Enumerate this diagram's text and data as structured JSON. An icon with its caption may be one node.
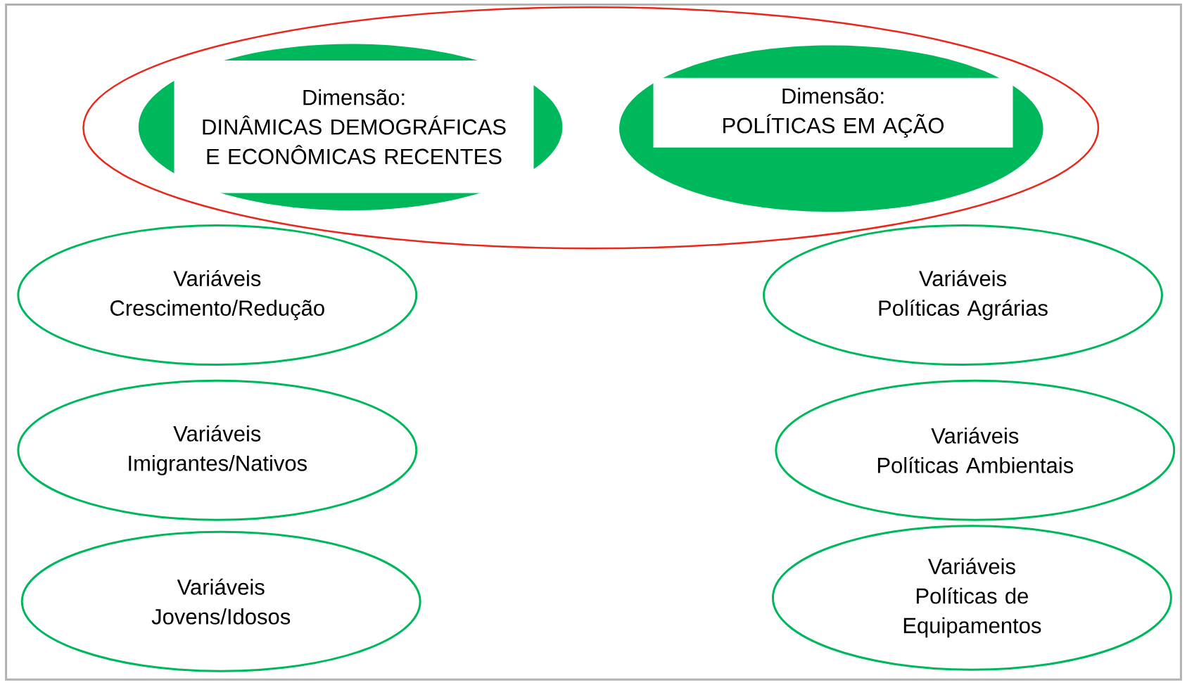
{
  "diagram": {
    "nodes": [
      {
        "text": [],
        "shape": "ellipse"
      },
      {
        "text": [
          "Dimensão:",
          "DINÂMICAS DEMOGRÁFICAS E ECONÔMICAS RECENTES"
        ],
        "in": 0
      },
      {
        "text": [
          "Dimensão:",
          "POLÍTICAS EM AÇÃO"
        ],
        "in": 0
      },
      {
        "text": [
          "Variáveis",
          "Crescimento/Redução"
        ]
      },
      {
        "text": [
          "Variáveis",
          "Políticas Agrárias"
        ]
      },
      {
        "text": [
          "Variáveis",
          "Imigrantes/Nativos"
        ]
      },
      {
        "text": [
          "Variáveis",
          "Políticas Ambientais"
        ]
      },
      {
        "text": [
          "Variáveis",
          "Jovens/Idosos"
        ]
      },
      {
        "text": [
          "Variáveis",
          "Políticas de Equipamentos"
        ]
      }
    ]
  }
}
